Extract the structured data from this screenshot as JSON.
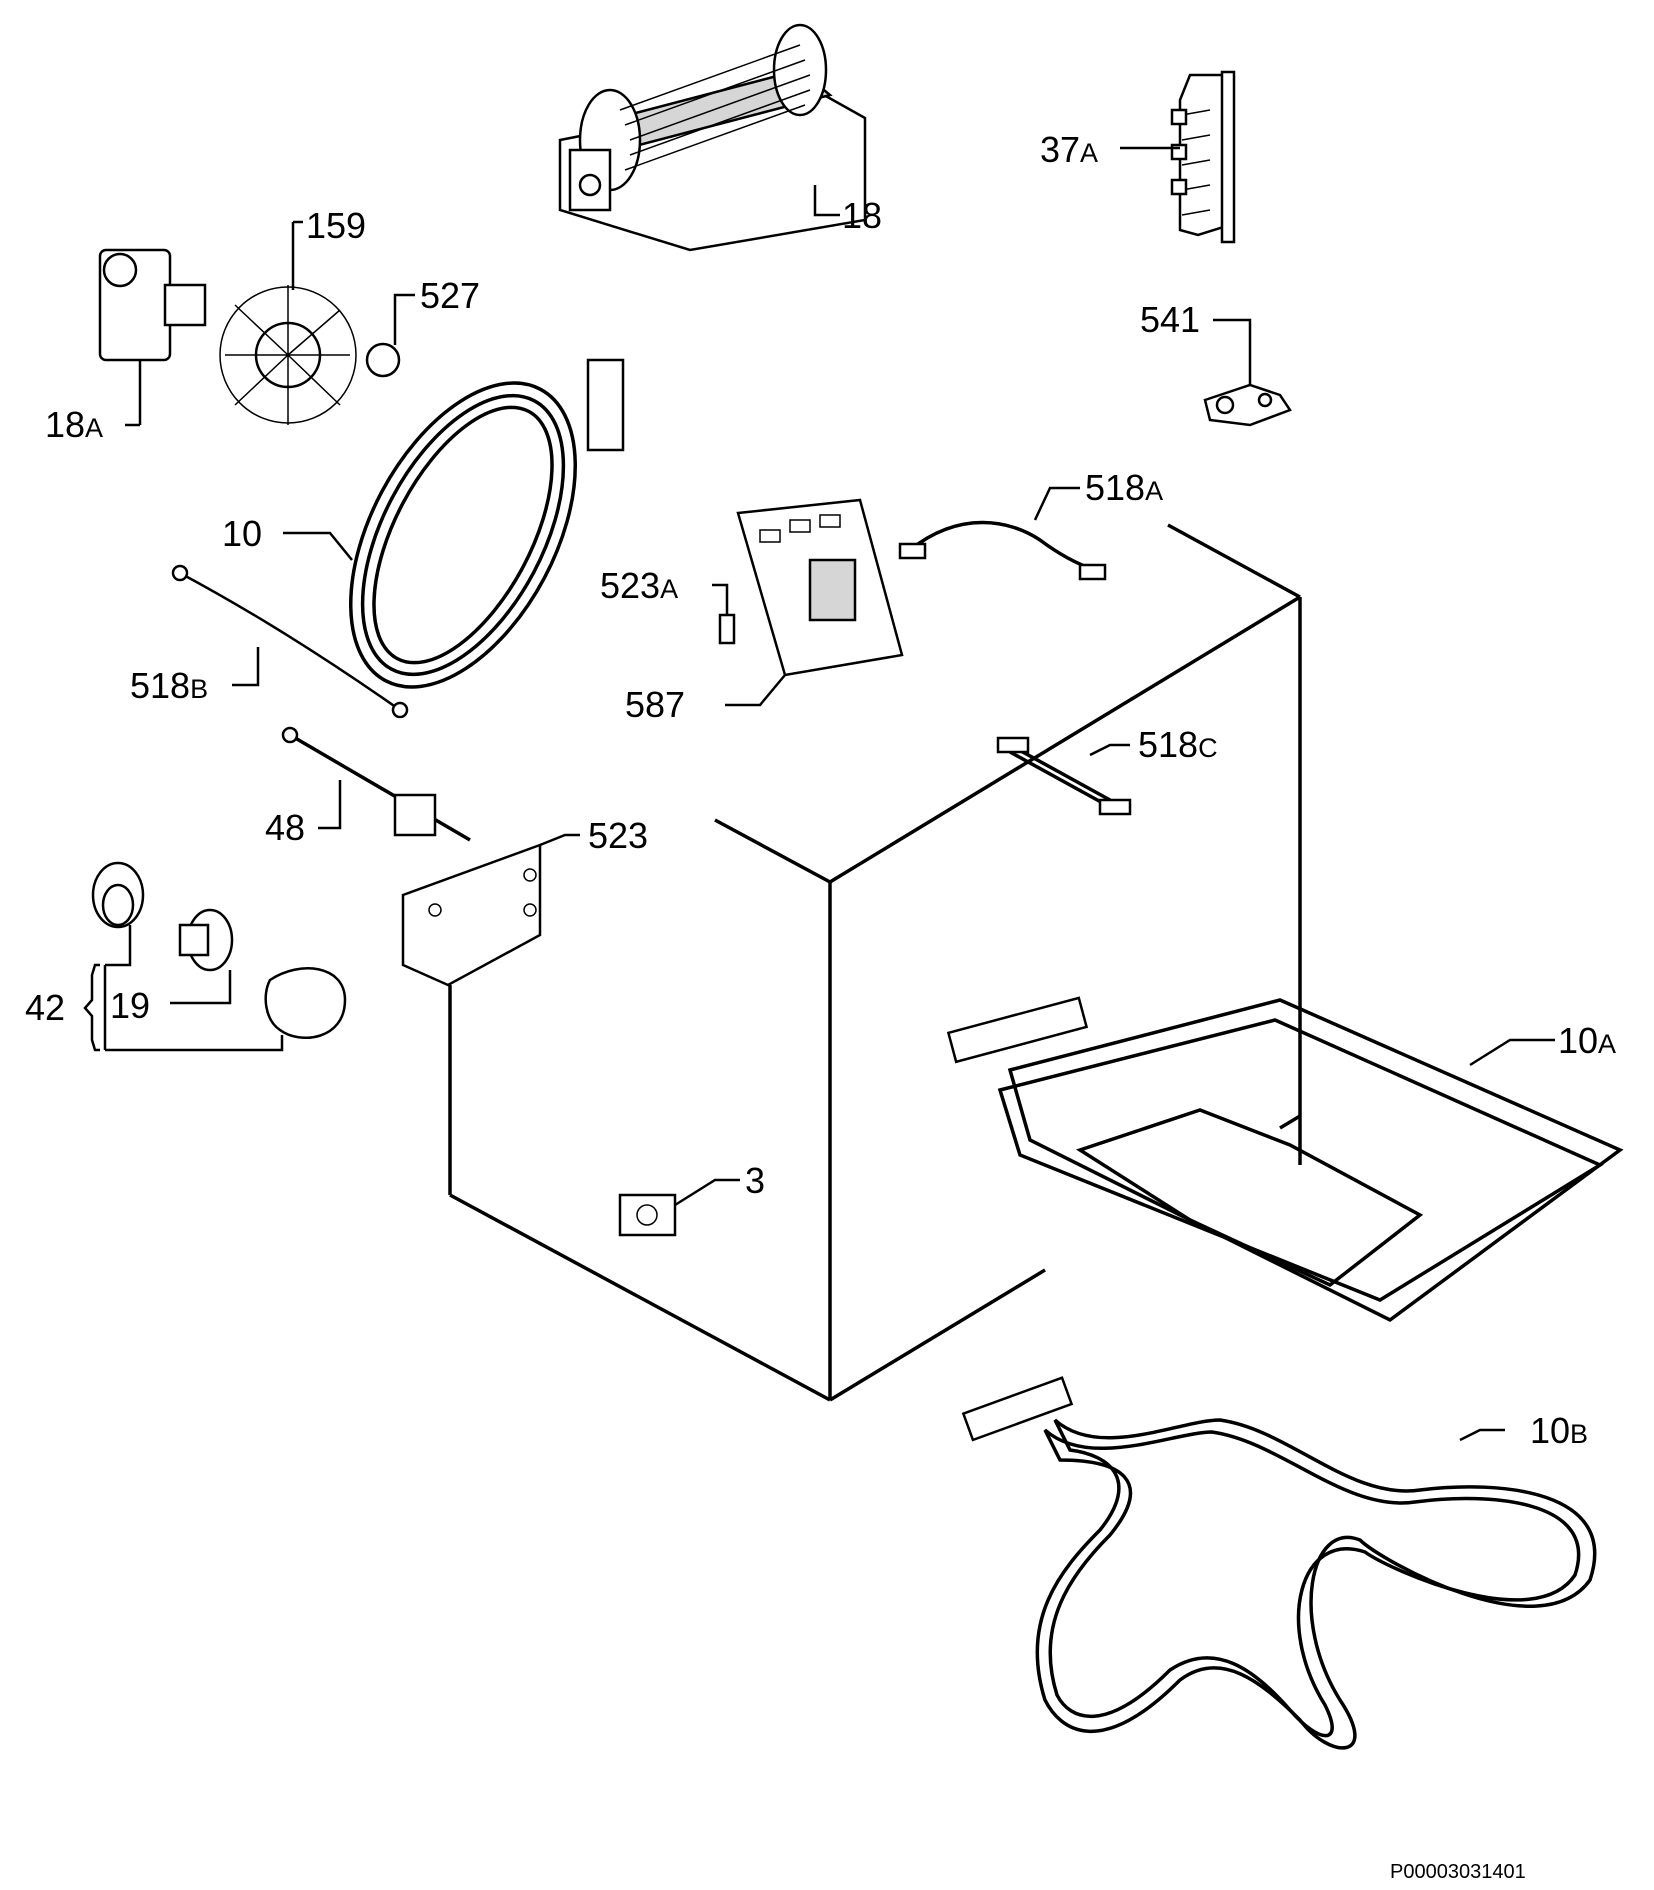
{
  "diagram": {
    "labels": [
      {
        "id": "18",
        "num": "18",
        "suf": ""
      },
      {
        "id": "37a",
        "num": "37",
        "suf": "A"
      },
      {
        "id": "159",
        "num": "159",
        "suf": ""
      },
      {
        "id": "527",
        "num": "527",
        "suf": ""
      },
      {
        "id": "18a",
        "num": "18",
        "suf": "A"
      },
      {
        "id": "541",
        "num": "541",
        "suf": ""
      },
      {
        "id": "518a",
        "num": "518",
        "suf": "A"
      },
      {
        "id": "10",
        "num": "10",
        "suf": ""
      },
      {
        "id": "523a",
        "num": "523",
        "suf": "A"
      },
      {
        "id": "518b",
        "num": "518",
        "suf": "B"
      },
      {
        "id": "587",
        "num": "587",
        "suf": ""
      },
      {
        "id": "518c",
        "num": "518",
        "suf": "C"
      },
      {
        "id": "48",
        "num": "48",
        "suf": ""
      },
      {
        "id": "523",
        "num": "523",
        "suf": ""
      },
      {
        "id": "42",
        "num": "42",
        "suf": ""
      },
      {
        "id": "19",
        "num": "19",
        "suf": ""
      },
      {
        "id": "10a",
        "num": "10",
        "suf": "A"
      },
      {
        "id": "3",
        "num": "3",
        "suf": ""
      },
      {
        "id": "10b",
        "num": "10",
        "suf": "B"
      }
    ],
    "drawing_code": "P00003031401"
  }
}
